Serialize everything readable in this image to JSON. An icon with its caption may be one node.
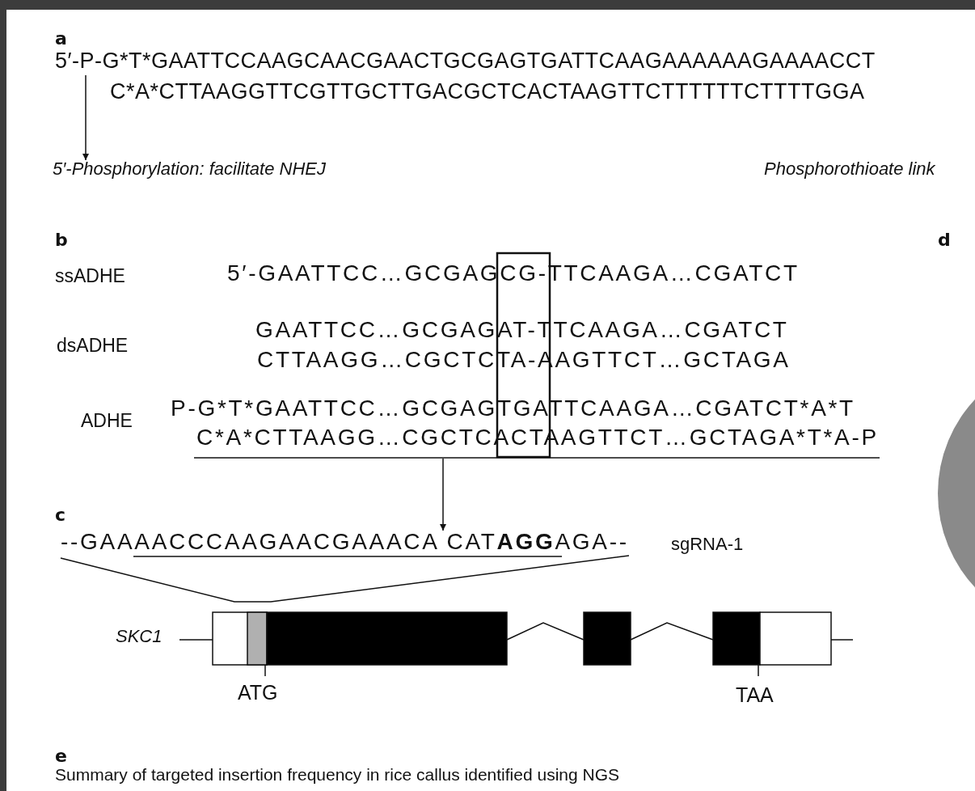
{
  "diagram": {
    "nodes": [
      {
        "text": [
          "5′-P-G*T*GAATTCCAAGCAACGAACTGCGAGTGATTCAAGAAAAAAGAAAACCT"
        ]
      },
      {
        "text": [
          "5′-Phosphorylation: facilitate NHEJ"
        ]
      },
      {
        "text": [
          "--GAAAACCCAAGAACGAAACA  CAT**AGG**AGA--"
        ]
      }
    ],
    "edges": [
      {
        "from": 0,
        "to": 1,
        "arrow": "to"
      },
      {
        "from": null,
        "to": 2,
        "arrow": "to"
      }
    ],
    "labels": [
      "a",
      "C*A*CTTAAGGTTCGTTGCTTGACGCTCACTAAGTTCTTTTTTCTTTTGGA",
      "Phosphorothioate link",
      "b",
      "d",
      "ssADHE",
      "5′-GAATTCC…GCGAGCG-TTCAAGA…CGATCT",
      "GAATTCC…GCGAGAT-TTCAAGA…CGATCT",
      "dsADHE",
      "CTTAAGG…CGCTCTA-AAGTTCT…GCTAGA",
      "P-G*T*GAATTCC…GCGAGTGATTCAAGA…CGATCT*A*T",
      "ADHE",
      "C*A*CTTAAGG…CGCTCACTAAGTTCT…GCTAGA*T*A-P",
      "c",
      "sgRNA-1",
      "SKC1",
      "ATG",
      "TAA",
      "e",
      "Summary of targeted insertion frequency in rice callus identified using NGS"
    ]
  }
}
